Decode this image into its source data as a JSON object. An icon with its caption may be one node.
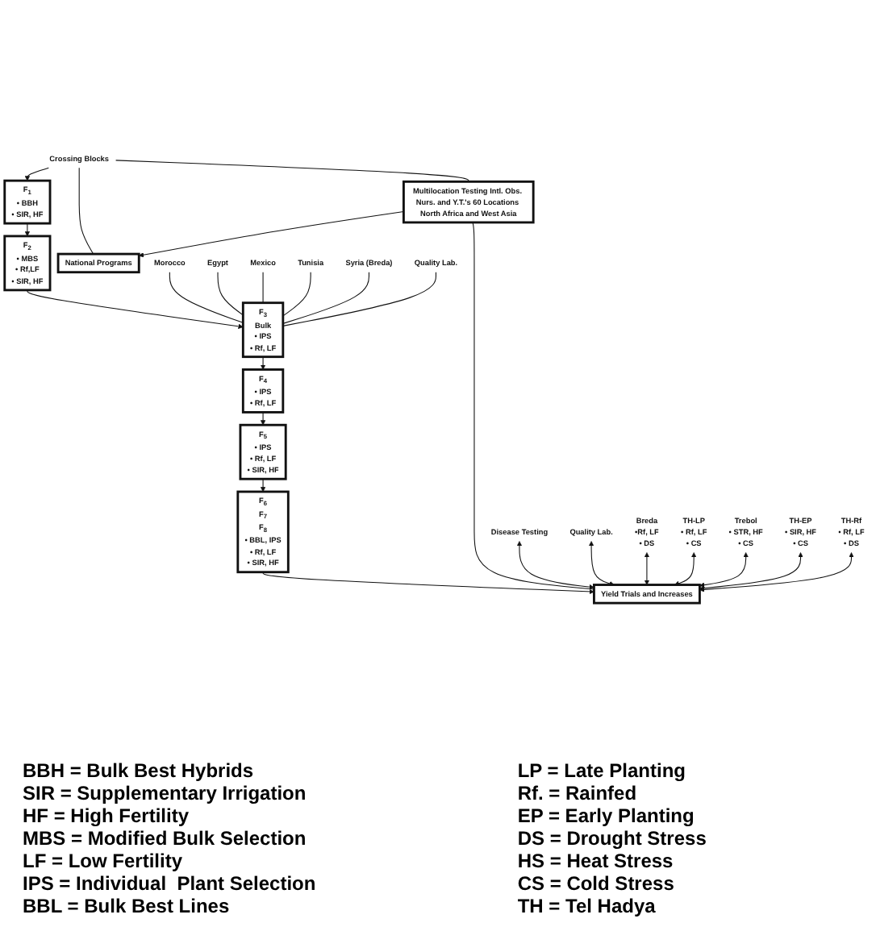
{
  "diagram": {
    "nodes": [
      {
        "text": [
          "Crossing Blocks"
        ]
      },
      {
        "text": [
          "Multilocation Testing Intl. Obs. Nurs. and Y.T.'s 60 Locations North Africa and West Asia"
        ]
      },
      {
        "text": [
          "F$_{1}$",
          "• BBH",
          "• SIR, HF"
        ]
      },
      {
        "text": [
          "F$_{2}$",
          "• MBS",
          "• Rf,LF",
          "• SIR, HF"
        ]
      },
      {
        "text": [
          "National Programs"
        ]
      },
      {
        "text": [
          "Morocco"
        ]
      },
      {
        "text": [
          "Egypt"
        ]
      },
      {
        "text": [
          "Mexico"
        ]
      },
      {
        "text": [
          "F$_{3}$",
          "Bulk",
          "• IPS",
          "• Rf, LF"
        ]
      },
      {
        "text": [
          "Tunisia"
        ]
      },
      {
        "text": [
          "Syria (Breda)"
        ]
      },
      {
        "text": [
          "Quality Lab."
        ]
      },
      {
        "text": [
          "F$_{4}$",
          "• IPS",
          "• Rf, LF"
        ]
      },
      {
        "text": [
          "F$_{5}$",
          "• IPS",
          "• Rf, LF",
          "• SIR, HF"
        ]
      },
      {
        "text": [
          "F$_{6}$",
          "F$_{7}$",
          "F$_{8}$",
          "• BBL, IPS",
          "• Rf, LF",
          "• SIR, HF"
        ]
      },
      {
        "text": [
          "Disease Testing"
        ]
      },
      {
        "text": [
          "Quality Lab."
        ]
      },
      {
        "text": [
          "Breda",
          "•Rf, LF",
          "• DS"
        ]
      },
      {
        "text": [
          "TH-LP",
          "• Rf, LF",
          "• CS"
        ]
      },
      {
        "text": [
          "Trebol",
          "• STR, HF",
          "• CS"
        ]
      },
      {
        "text": [
          "Yield Trials and Increases"
        ]
      },
      {
        "text": [
          "TH-EP",
          "• SIR, HF",
          "• CS"
        ]
      },
      {
        "text": [
          "TH-Rf",
          "• Rf, LF",
          "• DS"
        ]
      }
    ],
    "edges": [
      {
        "from": 0,
        "to": 1,
        "arrow": "none"
      },
      {
        "from": 0,
        "to": 2,
        "arrow": "to"
      },
      {
        "from": 0,
        "to": 4,
        "arrow": "none"
      },
      {
        "from": 1,
        "to": 4,
        "arrow": "to"
      },
      {
        "from": 2,
        "to": 3,
        "arrow": "to"
      },
      {
        "from": 3,
        "to": 8,
        "arrow": "to"
      },
      {
        "from": 5,
        "to": 8,
        "arrow": "none"
      },
      {
        "from": 6,
        "to": 8,
        "arrow": "none"
      },
      {
        "from": 7,
        "to": 8,
        "arrow": "none"
      },
      {
        "from": 9,
        "to": 8,
        "arrow": "none"
      },
      {
        "from": 10,
        "to": 8,
        "arrow": "none"
      },
      {
        "from": 11,
        "to": 8,
        "arrow": "none"
      },
      {
        "from": 8,
        "to": 12,
        "arrow": "to"
      },
      {
        "from": 12,
        "to": 13,
        "arrow": "to"
      },
      {
        "from": 13,
        "to": 14,
        "arrow": "to"
      },
      {
        "from": 14,
        "to": 20,
        "arrow": "to"
      },
      {
        "from": 1,
        "to": 20,
        "arrow": "none"
      },
      {
        "from": 15,
        "to": 20,
        "arrow": "both"
      },
      {
        "from": 16,
        "to": 20,
        "arrow": "both"
      },
      {
        "from": 17,
        "to": 20,
        "arrow": "both"
      },
      {
        "from": 18,
        "to": 20,
        "arrow": "both"
      },
      {
        "from": 19,
        "to": 20,
        "arrow": "both"
      },
      {
        "from": 21,
        "to": 20,
        "arrow": "both"
      },
      {
        "from": 22,
        "to": 20,
        "arrow": "both"
      }
    ],
    "labels": [
      "BBH = Bulk Best Hybrids",
      "SIR = Supplementary Irrigation",
      "HF = High Fertility",
      "MBS = Modified Bulk Selection",
      "LF = Low Fertility",
      "IPS = Individual  Plant Selection",
      "BBL = Bulk Best Lines",
      "LP = Late Planting",
      "Rf. = Rainfed",
      "EP = Early Planting",
      "DS = Drought Stress",
      "HS = Heat Stress",
      "CS = Cold Stress",
      "TH = Tel Hadya"
    ]
  }
}
